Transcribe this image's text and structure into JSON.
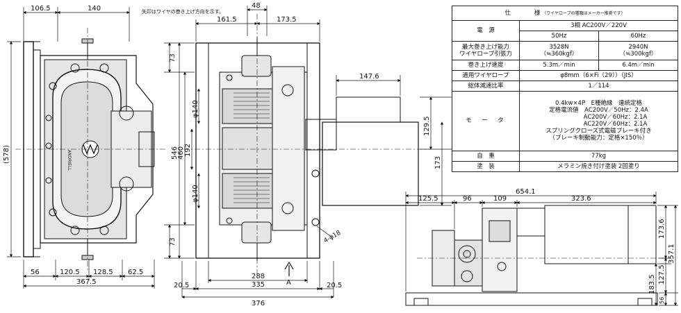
{
  "note": "矢印はワイヤの巻き上げ方向を示す。",
  "spec_table": {
    "title": "仕　　　　様",
    "title_note": "（ワイヤロープの種類はメーカー推奨です）",
    "rows": {
      "power_label": "電　源",
      "power_value": "3相 AC200V／220V",
      "freq_50": "50Hz",
      "freq_60": "60Hz",
      "capacity_label_1": "最大巻き上げ能力",
      "capacity_label_2": "ワイヤロープ引張力",
      "capacity_50_1": "3528N",
      "capacity_50_2": "（≒360kgf）",
      "capacity_60_1": "2940N",
      "capacity_60_2": "（≒300kgf）",
      "speed_label": "巻き上げ速度",
      "speed_50": "5.3m／min",
      "speed_60": "6.4m／min",
      "rope_label": "適用ワイヤロープ",
      "rope_value": "φ8mm（6×Fi（29））（JIS）",
      "ratio_label": "総体減速比率",
      "ratio_value": "1／114",
      "motor_label": "モ　ー　タ",
      "motor_line_1": "0.4kw×4P　E種絶縁　連続定格",
      "motor_line_2": "定格電流値　AC200V／50Hz：2.4A",
      "motor_line_3": "AC200V／60Hz：2.1A",
      "motor_line_4": "AC220V／60Hz：2.1A",
      "motor_line_5": "スプリングクローズ式電磁ブレーキ付き",
      "motor_line_6": "（ブレーキ制動能力：定格×150％）",
      "weight_label": "自　重",
      "weight_value": "77kg",
      "paint_label": "塗　装",
      "paint_value": "メラミン焼き付け塗装 2回塗り"
    }
  },
  "dims": {
    "left": {
      "top_106": "106.5",
      "top_140": "140",
      "side_578": "(578)",
      "b_56": "56",
      "b_120": "120.5",
      "b_128": "128.5",
      "b_62": "62.5",
      "b_367": "367.5"
    },
    "mid": {
      "t_48": "48",
      "t_161": "161.5",
      "t_173": "173.5",
      "s_73a": "73",
      "s_73b": "73",
      "s_546": "546",
      "s_460": "460",
      "s_192": "192",
      "phi140a": "φ140",
      "phi140b": "φ140",
      "r_147": "147.6",
      "r_129": "129.5",
      "r_173": "173",
      "hole": "4-φ18",
      "arrow": "A",
      "b_20a": "20.5",
      "b_20b": "20.5",
      "b_288": "288",
      "b_335": "335",
      "b_376": "376"
    },
    "right": {
      "t_654": "654.1",
      "t_125": "125.5",
      "t_96": "96",
      "t_109": "109",
      "t_323": "323.6",
      "r_173": "173.6",
      "r_357": "357.1",
      "r_127": "127.5",
      "r_183": "183.5",
      "r_56": "56"
    },
    "brand": "ANDRIELL"
  }
}
